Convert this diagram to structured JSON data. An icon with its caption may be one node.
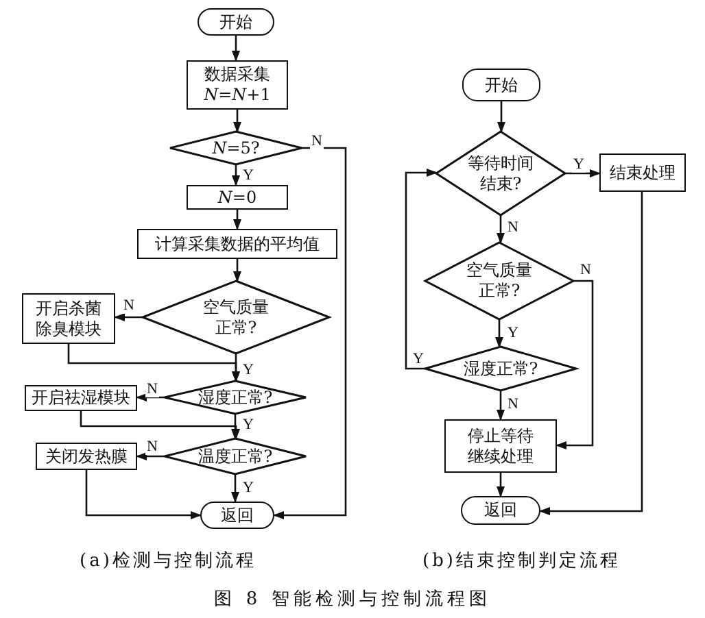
{
  "diagram": {
    "caption": "图 8 智能检测与控制流程图",
    "nodes": [
      {
        "text": [
          "开始"
        ]
      },
      {
        "text": [
          "数据采集 *N*=*N*+1"
        ]
      },
      {
        "text": [
          "*N*=5?"
        ]
      },
      {
        "text": [
          "*N*=0"
        ]
      },
      {
        "text": [
          "计算采集数据的平均值"
        ]
      },
      {
        "text": [
          "空气质量正常?"
        ]
      },
      {
        "text": [
          "开启杀菌除臭模块"
        ]
      },
      {
        "text": [
          "湿度正常?"
        ]
      },
      {
        "text": [
          "开启祛湿模块"
        ]
      },
      {
        "text": [
          "温度正常?"
        ]
      },
      {
        "text": [
          "关闭发热膜"
        ]
      },
      {
        "text": [
          "返回"
        ]
      },
      {
        "text": [
          "开始"
        ]
      },
      {
        "text": [
          "等待时间结束?"
        ]
      },
      {
        "text": [
          "结束处理"
        ]
      },
      {
        "text": [
          "空气质量正常?"
        ]
      },
      {
        "text": [
          "湿度正常?"
        ]
      },
      {
        "text": [
          "停止等待继续处理"
        ]
      },
      {
        "text": [
          "返回"
        ]
      }
    ],
    "edges": [
      {
        "from": 0,
        "to": 1,
        "arrow": "to"
      },
      {
        "from": 1,
        "to": 2,
        "arrow": "to"
      },
      {
        "from": 2,
        "to": 3,
        "arrow": "to",
        "label": "Y"
      },
      {
        "from": 2,
        "to": 11,
        "arrow": "to",
        "label": "N"
      },
      {
        "from": 3,
        "to": 4,
        "arrow": "to"
      },
      {
        "from": 4,
        "to": 5,
        "arrow": "to"
      },
      {
        "from": 5,
        "to": 6,
        "arrow": "to",
        "label": "N"
      },
      {
        "from": 5,
        "to": 7,
        "arrow": "to",
        "label": "Y"
      },
      {
        "from": 6,
        "to": 7,
        "arrow": "to"
      },
      {
        "from": 7,
        "to": 8,
        "arrow": "to",
        "label": "N"
      },
      {
        "from": 7,
        "to": 9,
        "arrow": "to",
        "label": "Y"
      },
      {
        "from": 8,
        "to": 9,
        "arrow": "to"
      },
      {
        "from": 9,
        "to": 10,
        "arrow": "to",
        "label": "N"
      },
      {
        "from": 9,
        "to": 11,
        "arrow": "to",
        "label": "Y"
      },
      {
        "from": 10,
        "to": 11,
        "arrow": "to"
      },
      {
        "from": 12,
        "to": 13,
        "arrow": "to"
      },
      {
        "from": 13,
        "to": 14,
        "arrow": "to",
        "label": "Y"
      },
      {
        "from": 13,
        "to": 15,
        "arrow": "to",
        "label": "N"
      },
      {
        "from": 15,
        "to": 17,
        "arrow": "to",
        "label": "N"
      },
      {
        "from": 15,
        "to": 16,
        "arrow": "to",
        "label": "Y"
      },
      {
        "from": 16,
        "to": 13,
        "arrow": "to",
        "label": "Y"
      },
      {
        "from": 16,
        "to": 17,
        "arrow": "to",
        "label": "N"
      },
      {
        "from": 14,
        "to": 18,
        "arrow": "to"
      },
      {
        "from": 17,
        "to": 18,
        "arrow": "to"
      }
    ],
    "labels": [
      "(a)检测与控制流程",
      "(b)结束控制判定流程"
    ]
  }
}
